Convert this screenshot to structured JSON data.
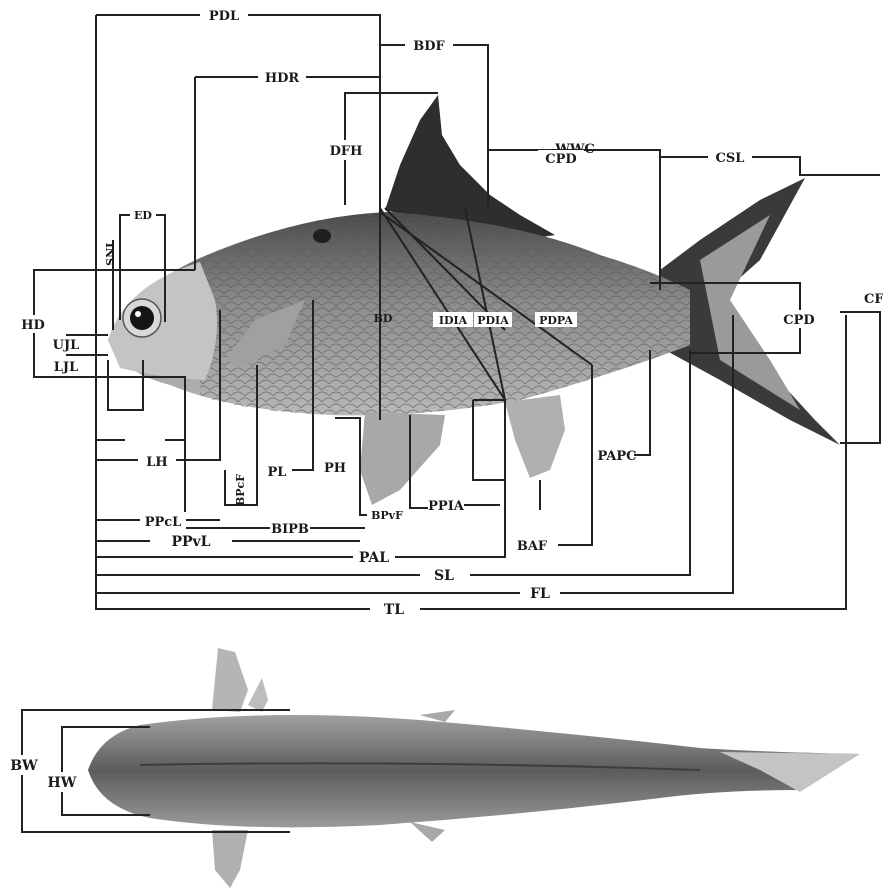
{
  "colors": {
    "line": "#222222",
    "fish_body": "#8a8a8a",
    "fish_dark": "#3a3a3a",
    "background": "#ffffff"
  },
  "lateral_view": {
    "labels": {
      "pdl": "PDL",
      "bdf": "BDF",
      "hdr": "HDR",
      "dfh": "DFH",
      "wwc": "WWC",
      "cpd_top": "CPD",
      "csl": "CSL",
      "ed": "ED",
      "snl": "SNL",
      "hd": "HD",
      "ujl": "UJL",
      "ljl": "LJL",
      "bd": "BD",
      "idia": "IDIA",
      "pdia": "PDIA",
      "pdpa": "PDPA",
      "cpd": "CPD",
      "cf": "CF",
      "lh": "LH",
      "pl": "PL",
      "ph": "PH",
      "bpcf": "BPcF",
      "bpvf": "BPvF",
      "ppia": "PPIA",
      "papc": "PAPC",
      "ppcl": "PPcL",
      "bipb": "BIPB",
      "ppvl": "PPvL",
      "pal": "PAL",
      "baf": "BAF",
      "sl": "SL",
      "fl": "FL",
      "tl": "TL"
    }
  },
  "dorsal_view": {
    "labels": {
      "bw": "BW",
      "hw": "HW"
    }
  }
}
